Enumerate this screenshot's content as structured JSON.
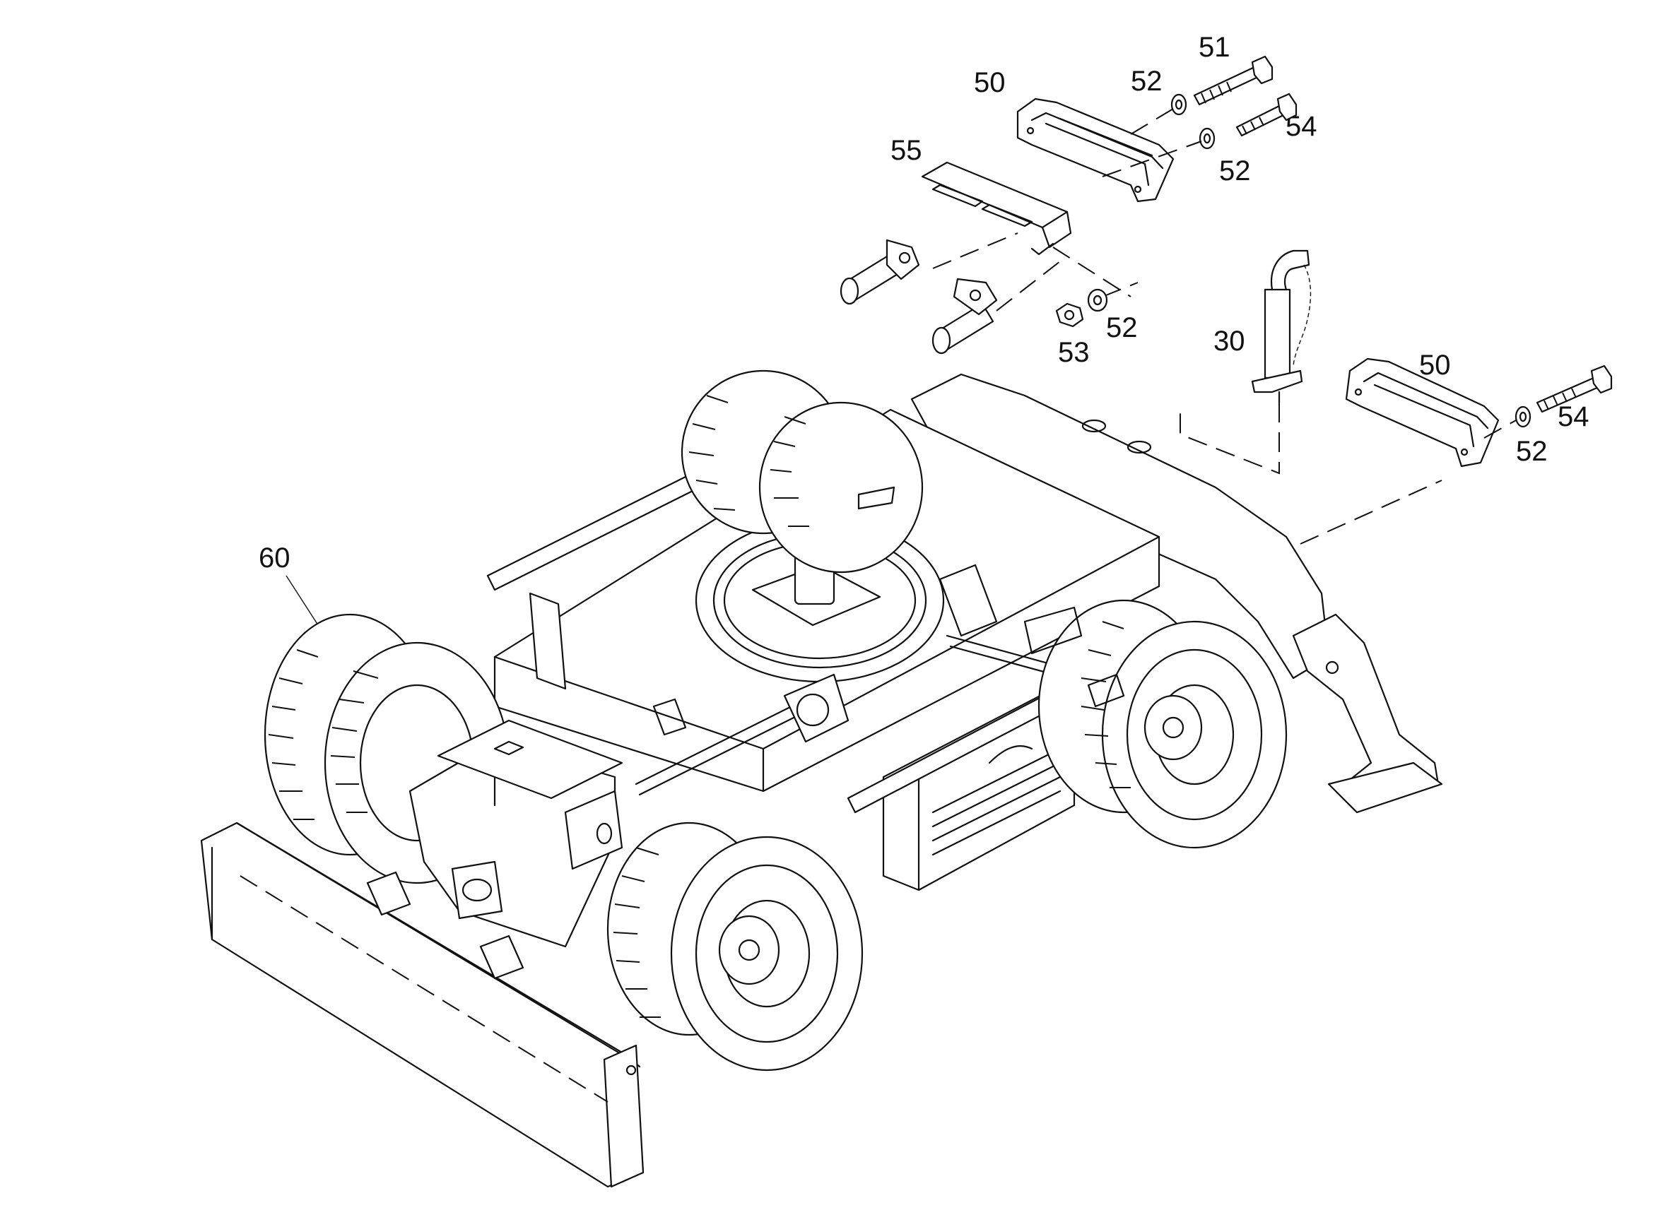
{
  "callouts": [
    {
      "id": "c51",
      "label": "51"
    },
    {
      "id": "c50a",
      "label": "50"
    },
    {
      "id": "c52a",
      "label": "52"
    },
    {
      "id": "c54a",
      "label": "54"
    },
    {
      "id": "c55",
      "label": "55"
    },
    {
      "id": "c52b",
      "label": "52"
    },
    {
      "id": "c52c",
      "label": "52"
    },
    {
      "id": "c53",
      "label": "53"
    },
    {
      "id": "c30",
      "label": "30"
    },
    {
      "id": "c50b",
      "label": "50"
    },
    {
      "id": "c54b",
      "label": "54"
    },
    {
      "id": "c52d",
      "label": "52"
    },
    {
      "id": "c60",
      "label": "60"
    }
  ]
}
